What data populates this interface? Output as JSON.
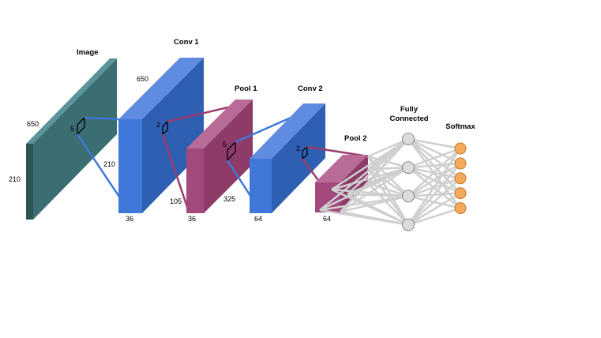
{
  "layers": {
    "image": {
      "title": "Image",
      "height_label": "210",
      "width_label": "650",
      "kernel_label": "5"
    },
    "conv1": {
      "title": "Conv 1",
      "width_label": "650",
      "height_label": "210",
      "depth_label": "36",
      "kernel_label": "2"
    },
    "pool1": {
      "title": "Pool 1",
      "height_label": "105",
      "width_label": "325",
      "depth_label": "36",
      "kernel_label": "5"
    },
    "conv2": {
      "title": "Conv 2",
      "depth_label": "64",
      "kernel_label": "2"
    },
    "pool2": {
      "title": "Pool 2",
      "depth_label": "64"
    },
    "fully_connected": {
      "title_line1": "Fully",
      "title_line2": "Connected",
      "node_count": 4
    },
    "softmax": {
      "title": "Softmax",
      "node_count": 5
    }
  },
  "colors": {
    "image_front": "#3a6e72",
    "image_side": "#2f5c60",
    "image_top": "#4e8a8e",
    "conv_front": "#2f5fb3",
    "conv_side": "#3c6fd0",
    "conv_top": "#5f8ce0",
    "pool_front": "#8e3b6a",
    "pool_side": "#a24a7d",
    "pool_top": "#b86b96",
    "blue_line": "#3f78d8",
    "magenta_line": "#9a3c6c",
    "fc_node": "#dcdcdc",
    "softmax_node": "#f5a95b",
    "edge": "#cfcfcf"
  }
}
